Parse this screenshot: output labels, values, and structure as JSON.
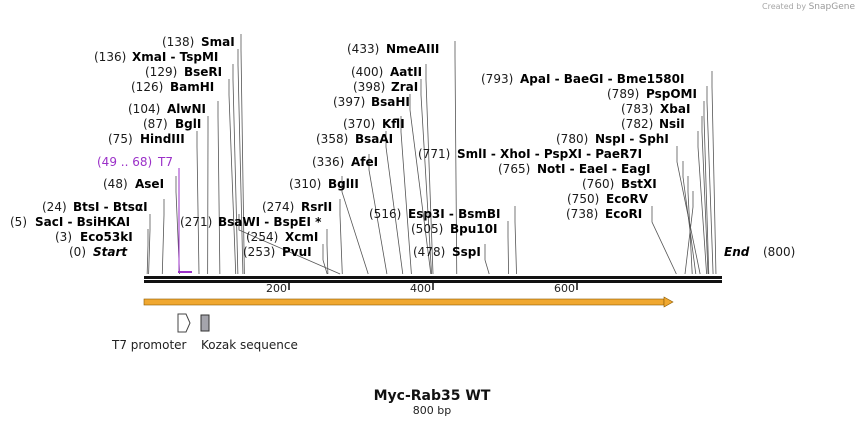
{
  "credit": {
    "prefix": "Created by",
    "brand": "SnapGene"
  },
  "plasmid": {
    "name": "Myc-Rab35 WT",
    "size": "800 bp",
    "length": 800
  },
  "ends": {
    "start_label": "Start",
    "start_pos": "(0)",
    "end_label": "End",
    "end_pos": "(800)"
  },
  "axis_ticks": [
    {
      "value": 200,
      "label": "200"
    },
    {
      "value": 400,
      "label": "400"
    },
    {
      "value": 600,
      "label": "600"
    }
  ],
  "t7_site": {
    "range": "(49 .. 68)",
    "name": "T7",
    "color": "#9b30c8"
  },
  "sites": [
    {
      "pos": "(3)",
      "name": "Eco53kI",
      "bp": 3
    },
    {
      "pos": "(5)",
      "name": "SacI  - BsiHKAI",
      "bp": 5
    },
    {
      "pos": "(24)",
      "name": "BtsI  - BtsαI",
      "bp": 24
    },
    {
      "pos": "(48)",
      "name": "AseI",
      "bp": 48
    },
    {
      "pos": "(75)",
      "name": "HindIII",
      "bp": 75
    },
    {
      "pos": "(87)",
      "name": "BglI",
      "bp": 87
    },
    {
      "pos": "(104)",
      "name": "AlwNI",
      "bp": 104
    },
    {
      "pos": "(126)",
      "name": "BamHI",
      "bp": 126
    },
    {
      "pos": "(129)",
      "name": "BseRI",
      "bp": 129
    },
    {
      "pos": "(136)",
      "name": "XmaI  - TspMI",
      "bp": 136
    },
    {
      "pos": "(138)",
      "name": "SmaI",
      "bp": 138
    },
    {
      "pos": "(271)",
      "name": "BsaWI  - BspEI *",
      "bp": 271
    },
    {
      "pos": "(253)",
      "name": "PvuI",
      "bp": 253
    },
    {
      "pos": "(254)",
      "name": "XcmI",
      "bp": 254
    },
    {
      "pos": "(274)",
      "name": "RsrII",
      "bp": 274
    },
    {
      "pos": "(310)",
      "name": "BglII",
      "bp": 310
    },
    {
      "pos": "(336)",
      "name": "AfeI",
      "bp": 336
    },
    {
      "pos": "(358)",
      "name": "BsaAI",
      "bp": 358
    },
    {
      "pos": "(370)",
      "name": "KflI",
      "bp": 370
    },
    {
      "pos": "(397)",
      "name": "BsaHI",
      "bp": 397
    },
    {
      "pos": "(398)",
      "name": "ZraI",
      "bp": 398
    },
    {
      "pos": "(400)",
      "name": "AatII",
      "bp": 400
    },
    {
      "pos": "(433)",
      "name": "NmeAIII",
      "bp": 433
    },
    {
      "pos": "(478)",
      "name": "SspI",
      "bp": 478
    },
    {
      "pos": "(505)",
      "name": "Bpu10I",
      "bp": 505
    },
    {
      "pos": "(516)",
      "name": "Esp3I  - BsmBI",
      "bp": 516
    },
    {
      "pos": "(771)",
      "name": "SmlI  - XhoI  - PspXI  - PaeR7I",
      "bp": 771
    },
    {
      "pos": "(765)",
      "name": "NotI  - EaeI  - EagI",
      "bp": 765
    },
    {
      "pos": "(760)",
      "name": "BstXI",
      "bp": 760
    },
    {
      "pos": "(750)",
      "name": "EcoRV",
      "bp": 750
    },
    {
      "pos": "(738)",
      "name": "EcoRI",
      "bp": 738
    },
    {
      "pos": "(780)",
      "name": "NspI  - SphI",
      "bp": 780
    },
    {
      "pos": "(782)",
      "name": "NsiI",
      "bp": 782
    },
    {
      "pos": "(783)",
      "name": "XbaI",
      "bp": 783
    },
    {
      "pos": "(789)",
      "name": "PspOMI",
      "bp": 789
    },
    {
      "pos": "(793)",
      "name": "ApaI  - BaeGI  - Bme1580I",
      "bp": 793
    }
  ],
  "features": [
    {
      "name": "T7 promoter",
      "color": "#ffffff"
    },
    {
      "name": "Kozak sequence",
      "color": "#a4a4ac"
    }
  ],
  "orf_color": "#f0a830"
}
